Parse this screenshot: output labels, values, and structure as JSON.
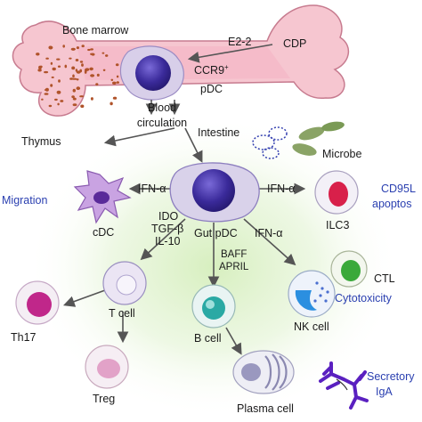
{
  "labels": {
    "bone_marrow": "Bone marrow",
    "e2_2": "E2-2",
    "cdp": "CDP",
    "ccr9_pdc_line1": "CCR9",
    "ccr9_sup": "+",
    "ccr9_pdc_line2": "pDC",
    "blood_circulation_line1": "Blood",
    "blood_circulation_line2": "circulation",
    "thymus": "Thymus",
    "intestine": "Intestine",
    "microbe": "Microbe",
    "migration": "Migration",
    "ifn_alpha_left": "IFN-α",
    "ifn_alpha_right": "IFN-α",
    "ifn_alpha_nk": "IFN-α",
    "cd95l": "CD95L",
    "apoptosis": "apoptos",
    "cdc": "cDC",
    "ido": "IDO",
    "tgf_beta": "TGF-β",
    "il10": "IL-10",
    "gut_pdc": "Gut pDC",
    "ilc3": "ILC3",
    "baff": "BAFF",
    "april": "APRIL",
    "ctl": "CTL",
    "cytotoxicity": "Cytotoxicity",
    "th17": "Th17",
    "t_cell": "T cell",
    "b_cell": "B cell",
    "nk_cell": "NK cell",
    "treg": "Treg",
    "plasma_cell": "Plasma cell",
    "secretory_iga_line1": "Secretory",
    "secretory_iga_line2": "IgA"
  },
  "colors": {
    "bone_fill": "#f5c4cf",
    "bone_dots": "#b5502c",
    "nucleus": "#3c2aa0",
    "pdc_cell": "#d9d2ea",
    "cdc_cell": "#c9a3e2",
    "tcell": "#e9e2f4",
    "th17": "#c0278a",
    "treg": "#e2a2c8",
    "ilc3": "#d8204a",
    "ctl": "#3aa93a",
    "bcell": "#2aa9a4",
    "nkcell": "#2b8fe0",
    "plasma": "#9a98bf",
    "iga": "#5a20c0",
    "microbe": "#7a9a55",
    "glow": "#dff3c8",
    "blue_text": "#2a3fb0"
  },
  "icons": [
    "bone-icon",
    "microbe-icon",
    "antibody-icon",
    "cell-icon"
  ]
}
